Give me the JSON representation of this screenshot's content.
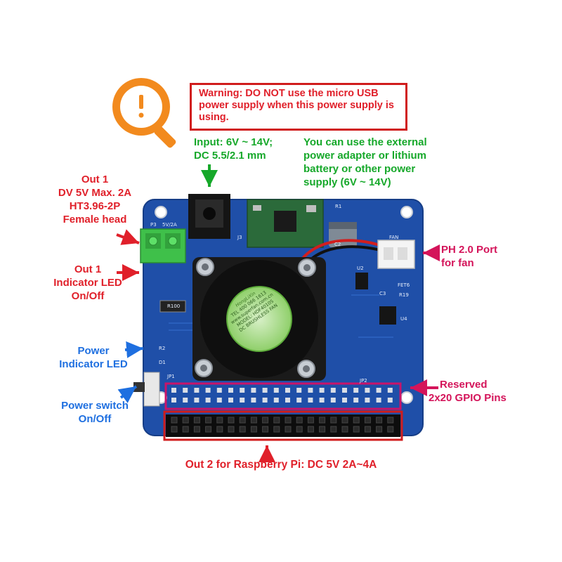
{
  "warning": {
    "icon": "warning-magnifier-icon",
    "text": "Warning: DO NOT use the micro USB power supply when this power supply is using."
  },
  "labels": {
    "input": [
      "Input: 6V ~ 14V;",
      "DC 5.5/2.1 mm"
    ],
    "external": [
      "You can use the external",
      "power adapter or lithium",
      "battery or other power",
      "supply    (6V ~ 14V)"
    ],
    "out1": [
      "Out 1",
      "DV 5V Max. 2A",
      "HT3.96-2P",
      "Female head"
    ],
    "out1_led": [
      "Out 1",
      "Indicator LED",
      "On/Off"
    ],
    "power_led": [
      "Power",
      "Indicator LED"
    ],
    "power_switch": [
      "Power switch",
      "On/Off"
    ],
    "fan_port": [
      "PH 2.0 Port",
      "for fan"
    ],
    "gpio": [
      "Reserved",
      "2x20 GPIO Pins"
    ],
    "out2": "Out 2 for Raspberry Pi:  DC 5V 2A~4A"
  },
  "pcb": {
    "silk": {
      "p3": "P3",
      "v5": "5V/2A",
      "j3": "J3",
      "r1": "R1",
      "c2": "C2",
      "fan": "FAN",
      "u2": "U2",
      "fet6": "FET6",
      "c3": "C3",
      "r19": "R19",
      "u4": "U4",
      "r100": "R100",
      "jp1": "JP1",
      "jp2": "JP2",
      "r2": "R2",
      "d1": "D1"
    },
    "fan_sticker": [
      "HongLiXin",
      "TEL 400 066 1613",
      "www.superfan.com.cn",
      "MODEL: HDF4010S",
      "DC BRUSHLESS FAN"
    ]
  },
  "colors": {
    "board": "#1f4fa8",
    "label_red": "#e0202a",
    "label_blue": "#1e6fe0",
    "label_green": "#16a82a",
    "label_pink": "#d4145a",
    "warning_orange": "#f28a1e"
  }
}
